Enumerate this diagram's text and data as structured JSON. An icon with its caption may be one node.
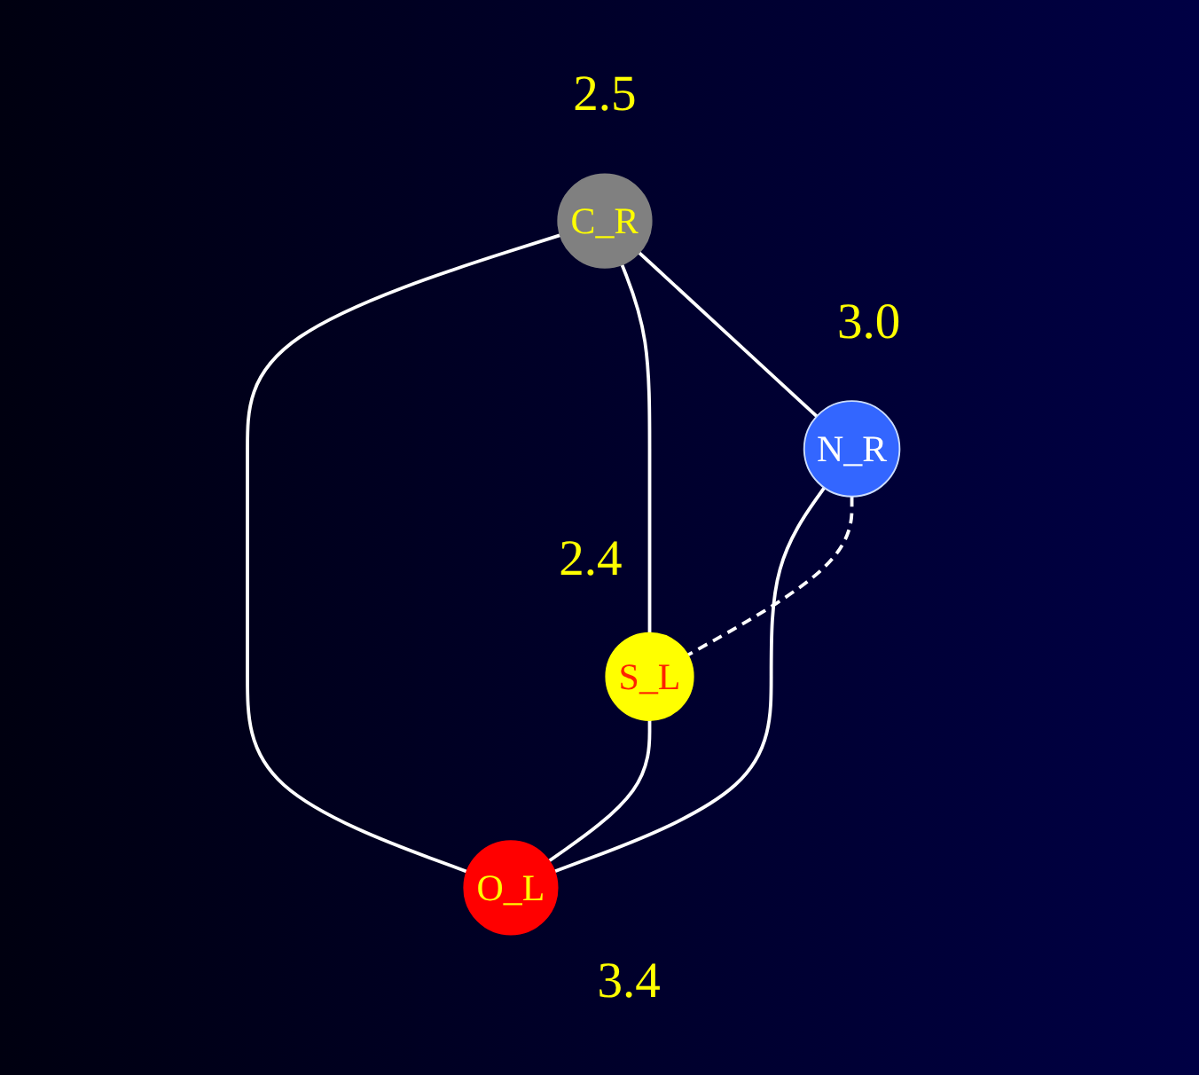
{
  "diagram": {
    "nodes": [
      {
        "text": [
          "C_R"
        ],
        "beside": [
          "2.5"
        ]
      },
      {
        "text": [
          "N_R"
        ],
        "beside": [
          "3.0"
        ]
      },
      {
        "text": [
          "S_L"
        ],
        "beside": [
          "2.4"
        ]
      },
      {
        "text": [
          "O_L"
        ],
        "beside": [
          "3.4"
        ]
      }
    ],
    "edges": [
      {
        "from": 0,
        "to": 1,
        "arrow": "none"
      },
      {
        "from": 0,
        "to": 2,
        "arrow": "none"
      },
      {
        "from": 0,
        "to": 3,
        "arrow": "none"
      },
      {
        "from": 1,
        "to": 2,
        "arrow": "none",
        "style": "dashed"
      },
      {
        "from": 1,
        "to": 3,
        "arrow": "none"
      },
      {
        "from": 2,
        "to": 3,
        "arrow": "none"
      }
    ]
  }
}
